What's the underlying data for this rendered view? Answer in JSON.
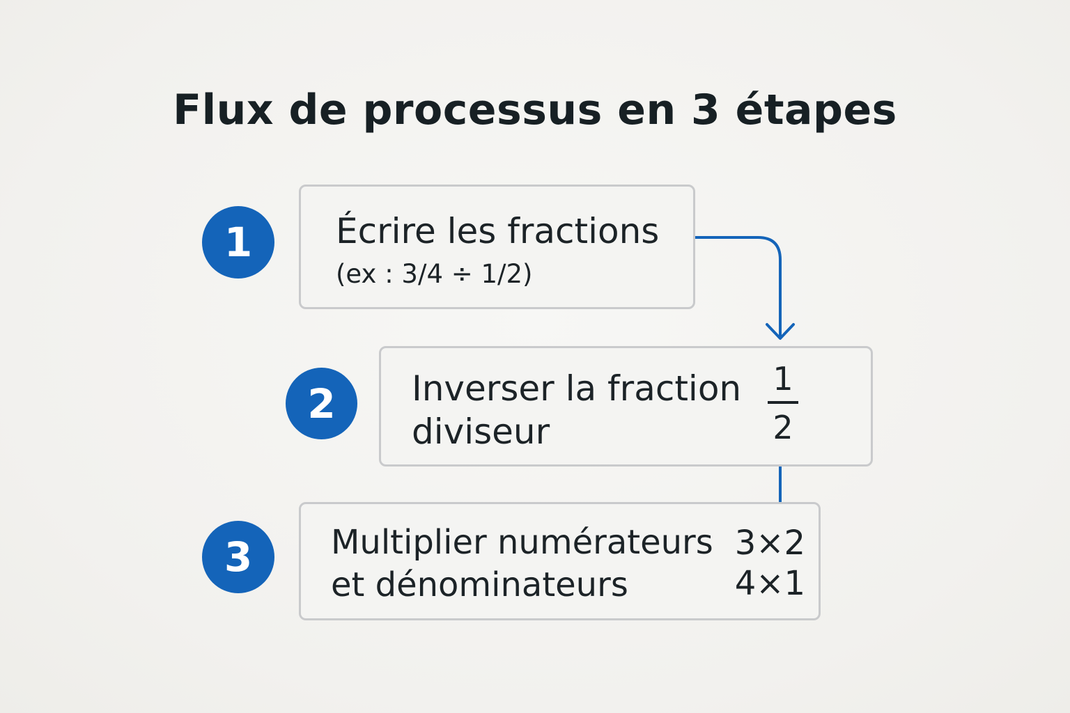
{
  "title": "Flux de processus en 3 étapes",
  "colors": {
    "accent": "#1464b9",
    "text": "#1c2327",
    "box_border": "#c9cacc",
    "background": "#f4f4f2"
  },
  "steps": [
    {
      "number": "1",
      "line1": "Écrire les fractions",
      "line2": "(ex : 3/4 ÷ 1/2)"
    },
    {
      "number": "2",
      "line1": "Inverser la fraction",
      "line2": "diviseur",
      "fraction": {
        "numerator": "1",
        "denominator": "2"
      }
    },
    {
      "number": "3",
      "line1": "Multiplier numérateurs",
      "line2": "et dénominateurs",
      "product": {
        "top": "3×2",
        "bottom": "4×1"
      }
    }
  ],
  "icons": [
    "arrow-down-icon",
    "arrow-right-icon"
  ]
}
